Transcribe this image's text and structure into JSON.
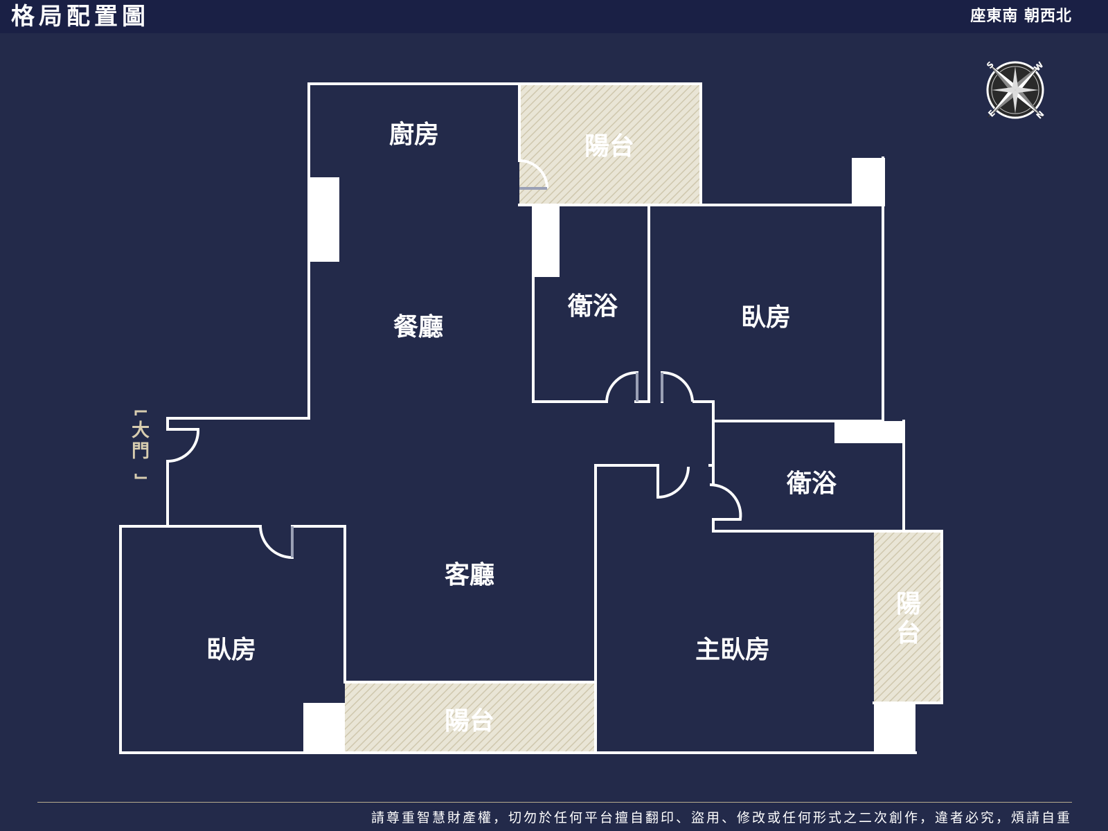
{
  "header": {
    "title": "格局配置圖",
    "orientation": "座東南 朝西北"
  },
  "rooms": {
    "kitchen": "廚房",
    "balcony_top": "陽台",
    "dining": "餐廳",
    "bath_upper": "衛浴",
    "bedroom_upper_right": "臥房",
    "entrance_door": "大門",
    "living": "客廳",
    "bath_right": "衛浴",
    "bedroom_left": "臥房",
    "master_bedroom": "主臥房",
    "balcony_right_1": "陽",
    "balcony_right_2": "台",
    "balcony_bottom": "陽台"
  },
  "compass": {
    "icon": "compass-rose-icon",
    "letters": [
      "S",
      "W",
      "N",
      "E"
    ]
  },
  "footer": {
    "disclaimer": "請尊重智慧財產權，切勿於任何平台擅自翻印、盜用、修改或任何形式之二次創作，違者必究，煩請自重"
  },
  "colors": {
    "background": "#232a4a",
    "header": "#1a2045",
    "wall": "#ffffff",
    "balcony_fill": "#e9e5d6",
    "balcony_hatch": "#cfc7ad",
    "accent": "#b8ad8e"
  }
}
